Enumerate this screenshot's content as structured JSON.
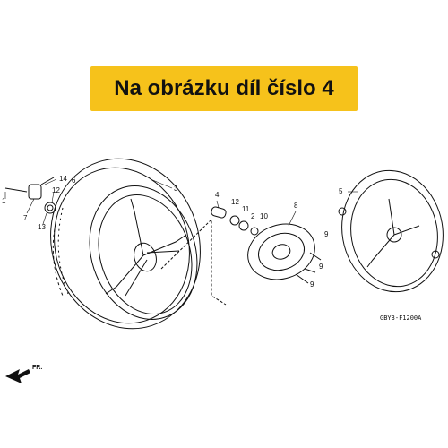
{
  "banner": {
    "text": "Na obrázku díl číslo 4",
    "color": "#f6c21b"
  },
  "callouts": [
    "1",
    "14",
    "6",
    "3",
    "12",
    "7",
    "13",
    "4",
    "12",
    "11",
    "2",
    "10",
    "8",
    "9",
    "9",
    "9",
    "5"
  ],
  "drawing_code": "GBY3-F1200A",
  "direction_label": "FR."
}
